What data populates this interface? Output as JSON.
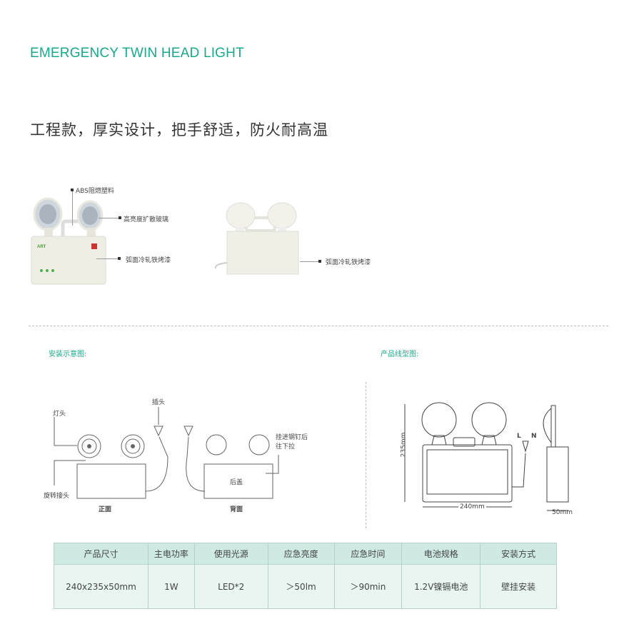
{
  "header": {
    "title": "EMERGENCY TWIN HEAD LIGHT",
    "subtitle": "工程款，厚实设计，把手舒适，防火耐高温"
  },
  "photos": {
    "front_callouts": [
      "ABS阻燃塑料",
      "高亮度扩散玻璃",
      "弧面冷轧铁烤漆"
    ],
    "front_brand": "ART",
    "back_callouts": [
      "弧面冷轧铁烤漆"
    ]
  },
  "install": {
    "title": "安装示意图:",
    "lamp_head": "灯头",
    "plug": "插头",
    "rotary_joint": "旋转接头",
    "hang_note": [
      "挂进钢钉后",
      "往下拉"
    ],
    "back_cover": "后盖",
    "front_label": "正面",
    "back_label": "背面"
  },
  "outline": {
    "title": "产品线型图:",
    "height": "235mm",
    "width": "240mm",
    "depth": "50mm",
    "plug_l": "L",
    "plug_n": "N"
  },
  "specs": {
    "headers": [
      "产品尺寸",
      "主电功率",
      "使用光源",
      "应急亮度",
      "应急时间",
      "电池规格",
      "安装方式"
    ],
    "values": [
      "240x235x50mm",
      "1W",
      "LED*2",
      "＞50lm",
      "＞90min",
      "1.2V镍镉电池",
      "壁挂安装"
    ]
  }
}
